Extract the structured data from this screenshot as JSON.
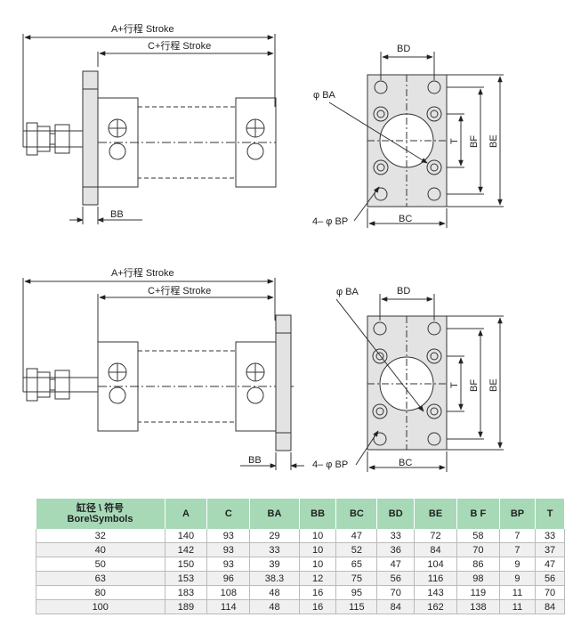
{
  "views": [
    {
      "id": "top",
      "side_labels": {
        "a_stroke": "A+行程 Stroke",
        "c_stroke": "C+行程 Stroke",
        "bb": "BB"
      },
      "flange_labels": {
        "bd": "BD",
        "ba": "φ BA",
        "t": "T",
        "bf": "BF",
        "be": "BE",
        "bp": "4– φ BP",
        "bc": "BC"
      }
    },
    {
      "id": "bottom",
      "side_labels": {
        "a_stroke": "A+行程 Stroke",
        "c_stroke": "C+行程 Stroke",
        "bb": "BB"
      },
      "flange_labels": {
        "bd": "BD",
        "ba": "φ BA",
        "t": "T",
        "bf": "BF",
        "be": "BE",
        "bp": "4– φ BP",
        "bc": "BC"
      }
    }
  ],
  "table": {
    "header_cn": "缸径 \\ 符号",
    "header_en": "Bore\\Symbols",
    "columns": [
      "A",
      "C",
      "BA",
      "BB",
      "BC",
      "BD",
      "BE",
      "B F",
      "BP",
      "T"
    ],
    "rows": [
      {
        "bore": "32",
        "values": [
          "140",
          "93",
          "29",
          "10",
          "47",
          "33",
          "72",
          "58",
          "7",
          "33"
        ]
      },
      {
        "bore": "40",
        "values": [
          "142",
          "93",
          "33",
          "10",
          "52",
          "36",
          "84",
          "70",
          "7",
          "37"
        ]
      },
      {
        "bore": "50",
        "values": [
          "150",
          "93",
          "39",
          "10",
          "65",
          "47",
          "104",
          "86",
          "9",
          "47"
        ]
      },
      {
        "bore": "63",
        "values": [
          "153",
          "96",
          "38.3",
          "12",
          "75",
          "56",
          "116",
          "98",
          "9",
          "56"
        ]
      },
      {
        "bore": "80",
        "values": [
          "183",
          "108",
          "48",
          "16",
          "95",
          "70",
          "143",
          "119",
          "11",
          "70"
        ]
      },
      {
        "bore": "100",
        "values": [
          "189",
          "114",
          "48",
          "16",
          "115",
          "84",
          "162",
          "138",
          "11",
          "84"
        ]
      }
    ]
  },
  "colors": {
    "header_bg": "#a7d9b7",
    "plate": "#e3e3e3",
    "line": "#333333"
  }
}
